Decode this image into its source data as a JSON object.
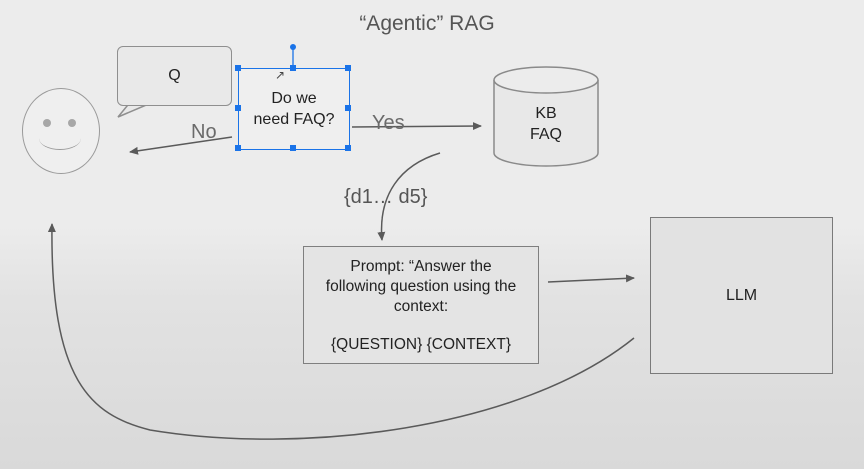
{
  "title": "“Agentic” RAG",
  "user": {
    "icon": "smiley-face-icon"
  },
  "question_bubble": {
    "label": "Q"
  },
  "decision": {
    "label": "Do we\nneed FAQ?"
  },
  "edges": {
    "no": "No",
    "yes": "Yes",
    "docs": "{d1… d5}"
  },
  "kb": {
    "label": "KB\nFAQ"
  },
  "prompt": {
    "lines": [
      "Prompt: “Answer the",
      "following question using the",
      "context:"
    ],
    "vars": "{QUESTION} {CONTEXT}"
  },
  "llm": {
    "label": "LLM"
  },
  "colors": {
    "selection": "#1a73e8",
    "stroke": "#7f7f7f"
  }
}
